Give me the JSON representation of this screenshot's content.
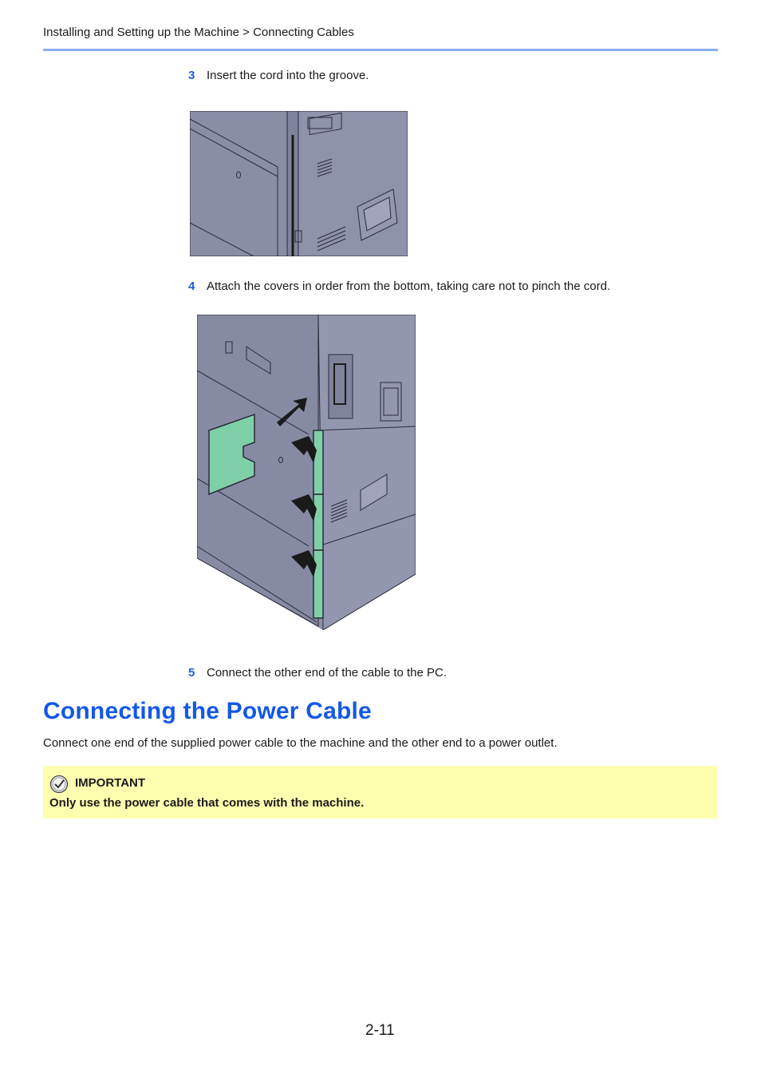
{
  "header": {
    "breadcrumb": "Installing and Setting up the Machine > Connecting Cables"
  },
  "steps": [
    {
      "number": "3",
      "text": "Insert the cord into the groove."
    },
    {
      "number": "4",
      "text": "Attach the covers in order from the bottom, taking care not to pinch the cord."
    },
    {
      "number": "5",
      "text": "Connect the other end of the cable to the PC."
    }
  ],
  "section": {
    "title": "Connecting the Power Cable",
    "body": "Connect one end of the supplied power cable to the machine and the other end to a power outlet."
  },
  "important": {
    "icon": "check-circle-icon",
    "label": "IMPORTANT",
    "message": "Only use the power cable that comes with the machine."
  },
  "footer": {
    "page_number": "2-11"
  },
  "colors": {
    "accent_blue": "#1458e6",
    "rule_blue": "#8aaef0",
    "important_bg": "#ffffb0",
    "machine_gray": "#8c8fa8",
    "cover_green": "#7fd0a8"
  }
}
